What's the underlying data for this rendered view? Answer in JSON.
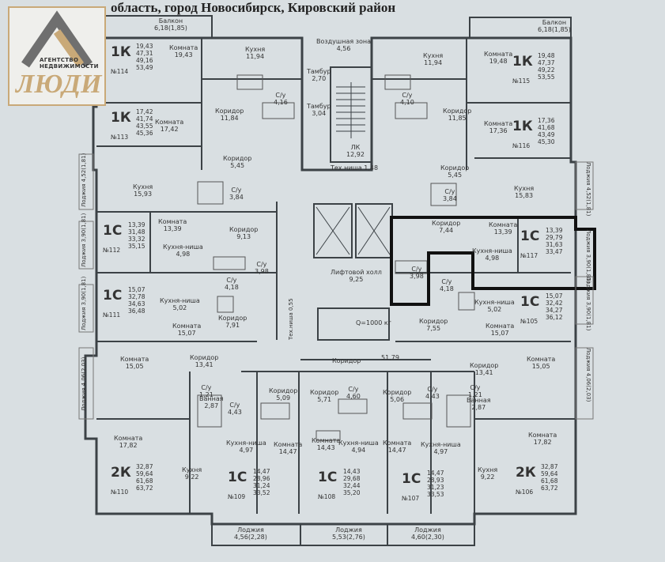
{
  "header": {
    "text": "область, город Новосибирск, Кировский район"
  },
  "logo": {
    "line1": "АГЕНТСТВО",
    "line2": "НЕДВИЖИМОСТИ",
    "name": "ЛЮДИ",
    "colors": {
      "gold": "#c9a978",
      "gray": "#6f6f6f"
    }
  },
  "colors": {
    "wall": "#3c4246",
    "paper": "#d9dfe2",
    "highlight": "#111111"
  },
  "common": {
    "air_zone": {
      "name": "Воздушная зона",
      "area": "4,56"
    },
    "tambur1": {
      "name": "Тамбур",
      "area": "2,70"
    },
    "tambur2": {
      "name": "Тамбур",
      "area": "3,04"
    },
    "lk": {
      "name": "ЛК",
      "area": "12,92"
    },
    "tech_niche_top": "Тех.ниша 1,48",
    "lift_hall": {
      "name": "Лифтовой холл",
      "area": "9,25"
    },
    "tech_niche_mid": "Тех.ниша 0,55",
    "lift_sign": "Q=1000 кг",
    "corridor": {
      "name": "Коридор",
      "area": "51,79"
    }
  },
  "balconies": {
    "top_left": {
      "name": "Балкон",
      "area": "6,18(1,85)"
    },
    "top_right": {
      "name": "Балкон",
      "area": "6,18(1,85)"
    },
    "loggia_left_1": "Лоджия 4,52(1,81)",
    "loggia_left_2": "Лоджия 3,90(1,81)",
    "loggia_left_3": "Лоджия 3,90(1,81)",
    "loggia_left_4": "Лоджия 4,06(2,03)",
    "loggia_right_1": "Лоджия 4,52(1,81)",
    "loggia_right_2": "Лоджия 3,90(1,81)",
    "loggia_right_3": "Лоджия 3,90(1,81)",
    "loggia_right_4": "Лоджия 4,06(2,03)",
    "bottom_1": {
      "name": "Лоджия",
      "area": "4,56(2,28)"
    },
    "bottom_2": {
      "name": "Лоджия",
      "area": "5,53(2,76)"
    },
    "bottom_3": {
      "name": "Лоджия",
      "area": "4,60(2,30)"
    }
  },
  "apartments": [
    {
      "id": "114",
      "rooms": "1К",
      "no": "№114",
      "a": [
        "19,43",
        "47,31",
        "49,16",
        "53,49"
      ]
    },
    {
      "id": "115",
      "rooms": "1К",
      "no": "№115",
      "a": [
        "19,48",
        "47,37",
        "49,22",
        "53,55"
      ]
    },
    {
      "id": "113",
      "rooms": "1К",
      "no": "№113",
      "a": [
        "17,42",
        "41,74",
        "43,55",
        "45,36"
      ]
    },
    {
      "id": "116",
      "rooms": "1К",
      "no": "№116",
      "a": [
        "17,36",
        "41,68",
        "43,49",
        "45,30"
      ]
    },
    {
      "id": "112",
      "rooms": "1С",
      "no": "№112",
      "a": [
        "13,39",
        "31,48",
        "33,32",
        "35,15"
      ]
    },
    {
      "id": "117",
      "rooms": "1С",
      "no": "№117",
      "a": [
        "13,39",
        "29,79",
        "31,63",
        "33,47"
      ]
    },
    {
      "id": "111",
      "rooms": "1С",
      "no": "№111",
      "a": [
        "15,07",
        "32,78",
        "34,63",
        "36,48"
      ]
    },
    {
      "id": "105",
      "rooms": "1С",
      "no": "№105",
      "a": [
        "15,07",
        "32,42",
        "34,27",
        "36,12"
      ]
    },
    {
      "id": "110",
      "rooms": "2К",
      "no": "№110",
      "a": [
        "32,87",
        "59,64",
        "61,68",
        "63,72"
      ]
    },
    {
      "id": "106",
      "rooms": "2К",
      "no": "№106",
      "a": [
        "32,87",
        "59,64",
        "61,68",
        "63,72"
      ]
    },
    {
      "id": "109",
      "rooms": "1С",
      "no": "№109",
      "a": [
        "14,47",
        "28,96",
        "31,24",
        "33,52"
      ]
    },
    {
      "id": "108",
      "rooms": "1С",
      "no": "№108",
      "a": [
        "14,43",
        "29,68",
        "32,44",
        "35,20"
      ]
    },
    {
      "id": "107",
      "rooms": "1С",
      "no": "№107",
      "a": [
        "14,47",
        "28,93",
        "31,23",
        "33,53"
      ]
    }
  ],
  "rooms": {
    "r114_komnata": [
      "Комната",
      "19,43"
    ],
    "r114_kuhnya": [
      "Кухня",
      "11,94"
    ],
    "r114_su": [
      "С/у",
      "4,16"
    ],
    "r114_koridor": [
      "Коридор",
      "11,84"
    ],
    "r115_kuhnya": [
      "Кухня",
      "11,94"
    ],
    "r115_komnata": [
      "Комната",
      "19,48"
    ],
    "r115_su": [
      "С/у",
      "4,10"
    ],
    "r115_koridor": [
      "Коридор",
      "11,85"
    ],
    "r113_komnata": [
      "Комната",
      "17,42"
    ],
    "r113_koridor": [
      "Коридор",
      "5,45"
    ],
    "r113_kuhnya": [
      "Кухня",
      "15,93"
    ],
    "r113_su": [
      "С/у",
      "3,84"
    ],
    "r116_komnata": [
      "Комната",
      "17,36"
    ],
    "r116_koridor": [
      "Коридор",
      "5,45"
    ],
    "r116_kuhnya": [
      "Кухня",
      "15,83"
    ],
    "r116_su": [
      "С/у",
      "3,84"
    ],
    "r112_komnata": [
      "Комната",
      "13,39"
    ],
    "r112_koridor": [
      "Коридор",
      "9,13"
    ],
    "r112_niche": [
      "Кухня-ниша",
      "4,98"
    ],
    "r112_su": [
      "С/у",
      "3,98"
    ],
    "r117_koridor": [
      "Коридор",
      "7,44"
    ],
    "r117_komnata": [
      "Комната",
      "13,39"
    ],
    "r117_niche": [
      "Кухня-ниша",
      "4,98"
    ],
    "r117_su": [
      "С/у",
      "3,98"
    ],
    "r111_su": [
      "С/у",
      "4,18"
    ],
    "r111_niche": [
      "Кухня-ниша",
      "5,02"
    ],
    "r111_koridor": [
      "Коридор",
      "7,91"
    ],
    "r111_komnata": [
      "Комната",
      "15,07"
    ],
    "r105_su": [
      "С/у",
      "4,18"
    ],
    "r105_niche": [
      "Кухня-ниша",
      "5,02"
    ],
    "r105_koridor": [
      "Коридор",
      "7,55"
    ],
    "r105_komnata": [
      "Комната",
      "15,07"
    ],
    "r110_komnata1": [
      "Комната",
      "15,05"
    ],
    "r110_koridor": [
      "Коридор",
      "13,41"
    ],
    "r110_su": [
      "С/у",
      "1,21"
    ],
    "r110_vannaya": [
      "Ванная",
      "2,87"
    ],
    "r110_komnata2": [
      "Комната",
      "17,82"
    ],
    "r110_kuhnya": [
      "Кухня",
      "9,22"
    ],
    "r106_komnata1": [
      "Комната",
      "15,05"
    ],
    "r106_koridor": [
      "Коридор",
      "13,41"
    ],
    "r106_su": [
      "С/у",
      "1,21"
    ],
    "r106_vannaya": [
      "Ванная",
      "2,87"
    ],
    "r106_komnata2": [
      "Комната",
      "17,82"
    ],
    "r106_kuhnya": [
      "Кухня",
      "9,22"
    ],
    "r109_su": [
      "С/у",
      "4,43"
    ],
    "r109_koridor": [
      "Коридор",
      "5,09"
    ],
    "r109_niche": [
      "Кухня-ниша",
      "4,97"
    ],
    "r109_komnata": [
      "Комната",
      "14,47"
    ],
    "r108_koridor": [
      "Коридор",
      "5,71"
    ],
    "r108_su": [
      "С/у",
      "4,60"
    ],
    "r108_komnata": [
      "Комната",
      "14,43"
    ],
    "r108_niche": [
      "Кухня-ниша",
      "4,94"
    ],
    "r107_koridor": [
      "Коридор",
      "5,06"
    ],
    "r107_su": [
      "С/у",
      "4,43"
    ],
    "r107_komnata": [
      "Комната",
      "14,47"
    ],
    "r107_niche": [
      "Кухня-ниша",
      "4,97"
    ]
  }
}
